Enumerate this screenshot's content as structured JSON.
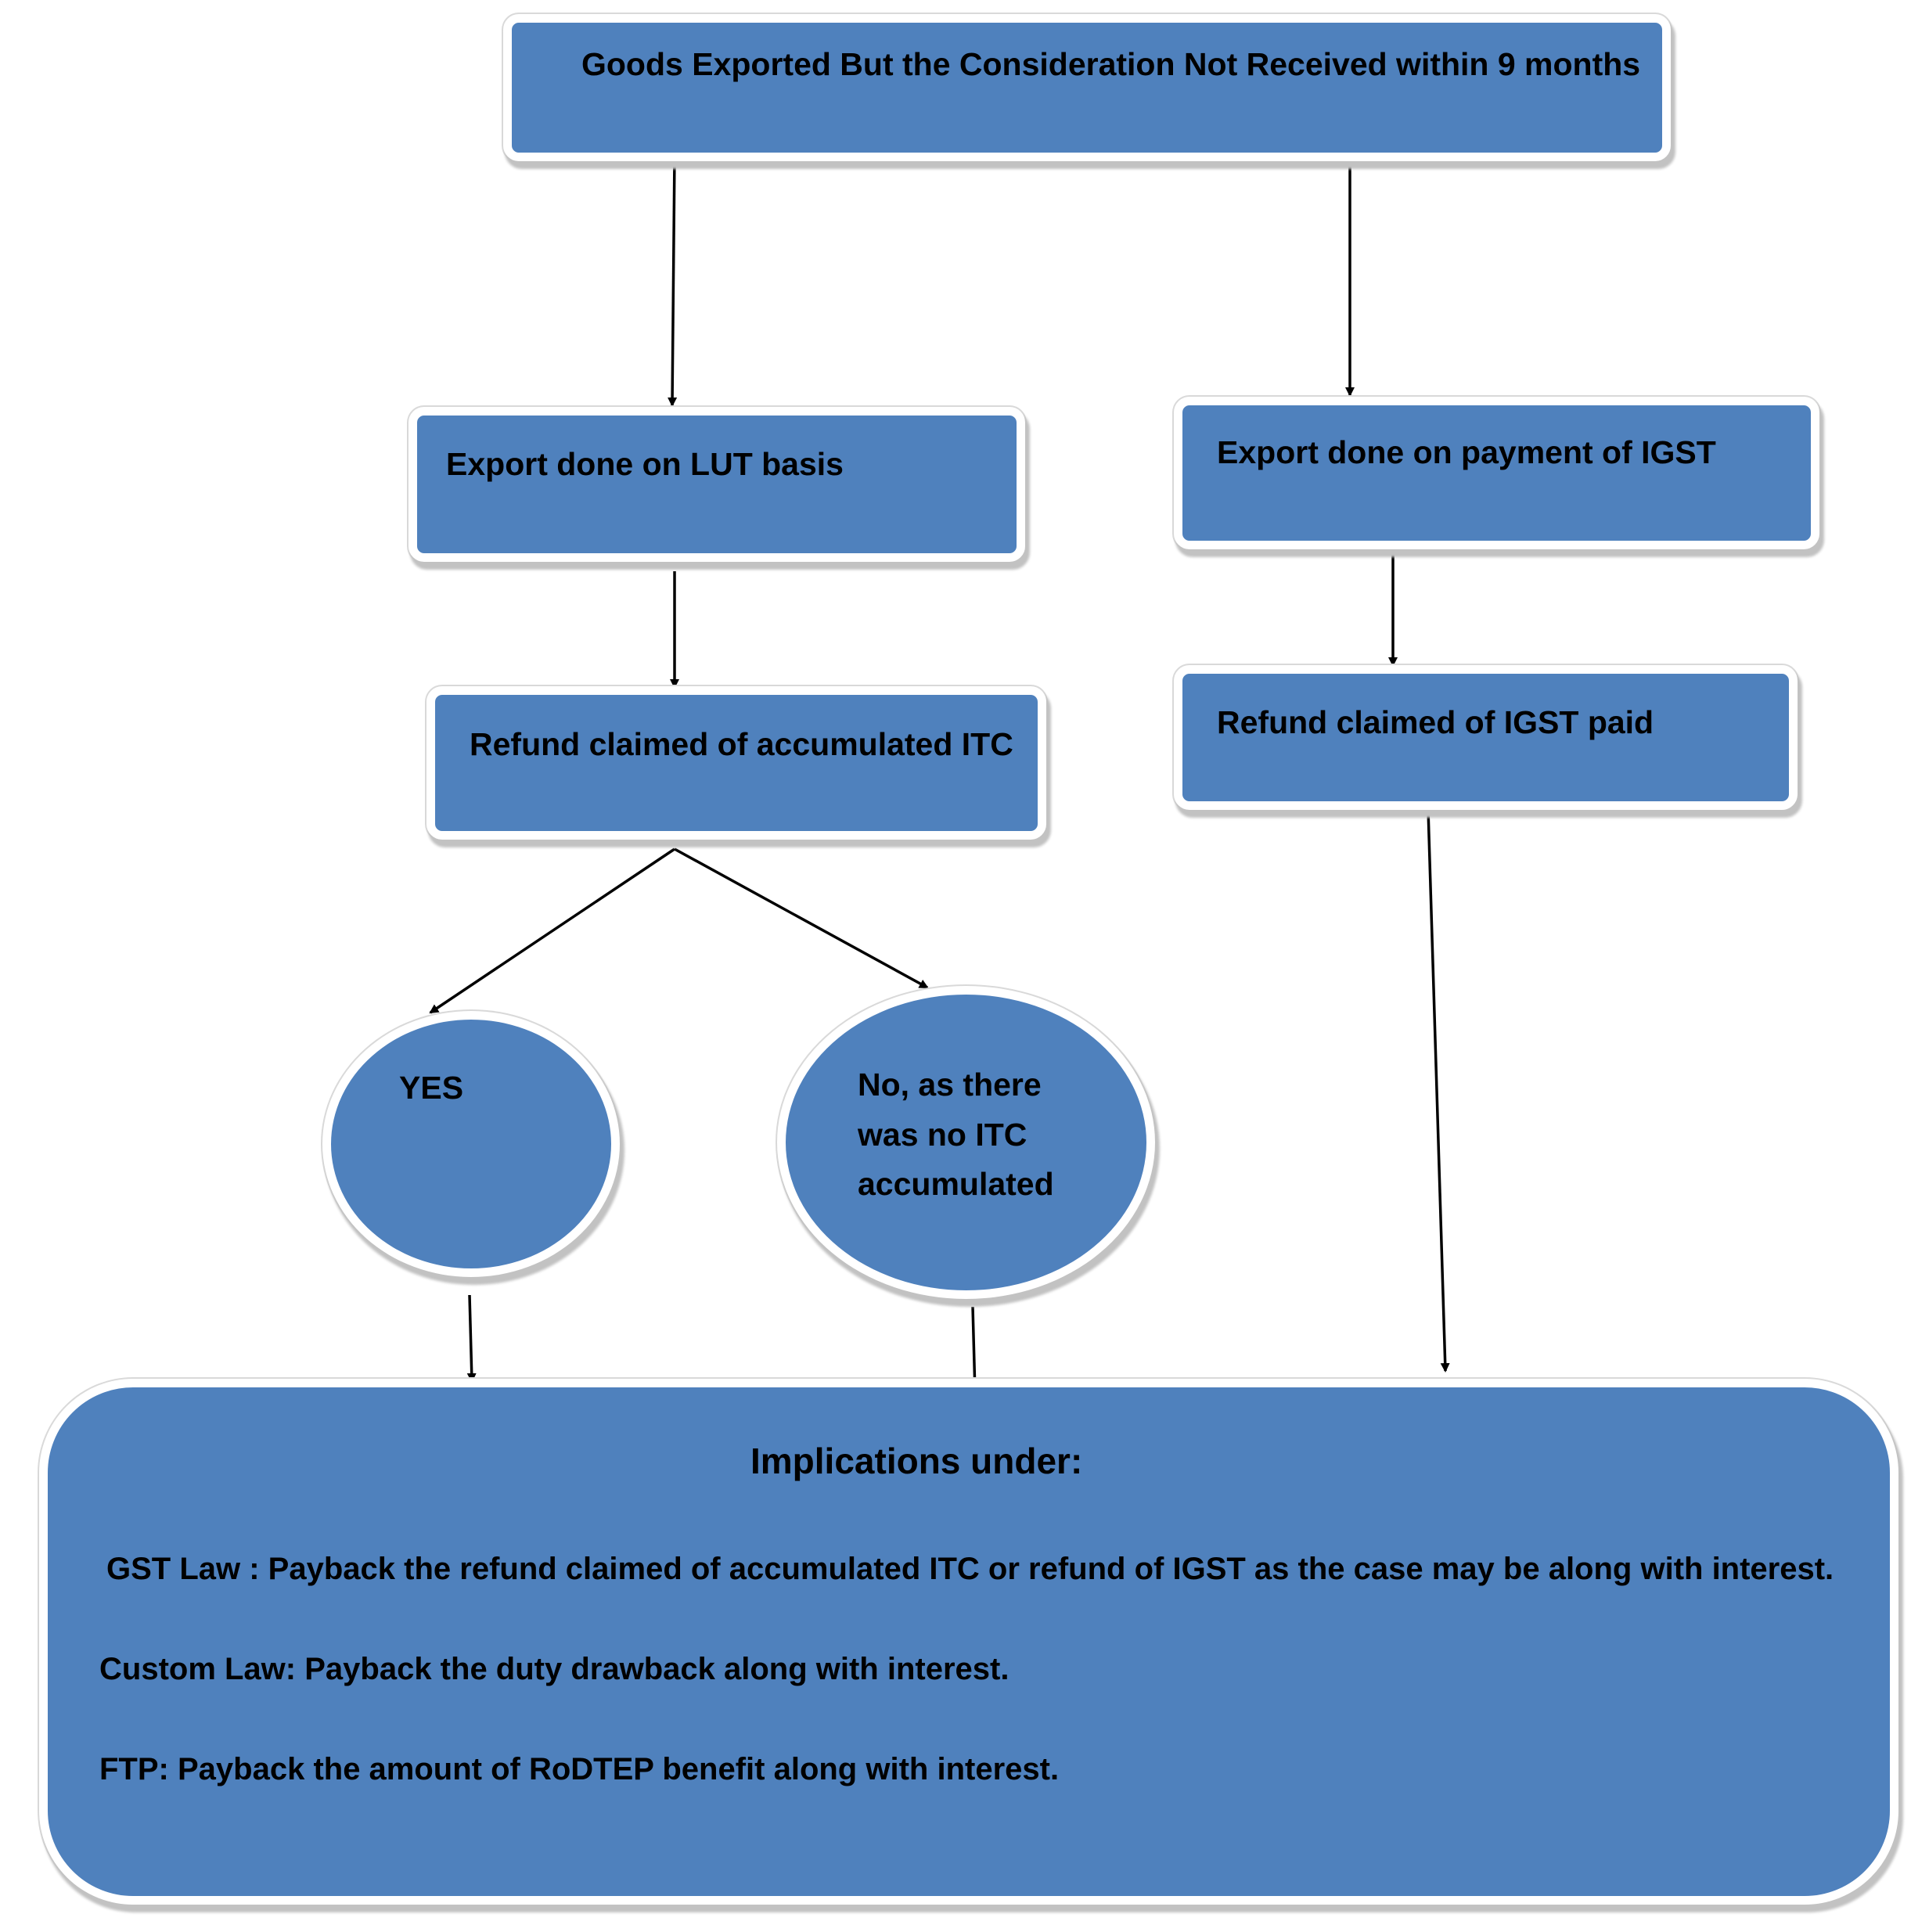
{
  "nodes": {
    "top": "Goods Exported But the Consideration Not Received within 9 months",
    "lut": "Export done on LUT basis",
    "igst_payment": "Export done on payment of IGST",
    "refund_itc": "Refund claimed of accumulated ITC",
    "refund_igst": "Refund claimed of IGST paid",
    "yes": "YES",
    "no": "No, as there\nwas no ITC\naccumulated"
  },
  "implications": {
    "title": "Implications under:",
    "gst": "GST Law : Payback the refund claimed of accumulated ITC or refund of IGST as the case may be along with interest.",
    "custom": "Custom Law: Payback the duty drawback along with interest.",
    "ftp": "FTP: Payback the amount of RoDTEP benefit along with interest."
  },
  "colors": {
    "node_fill": "#4f81bd",
    "node_border": "#ffffff",
    "arrow": "#000000"
  }
}
